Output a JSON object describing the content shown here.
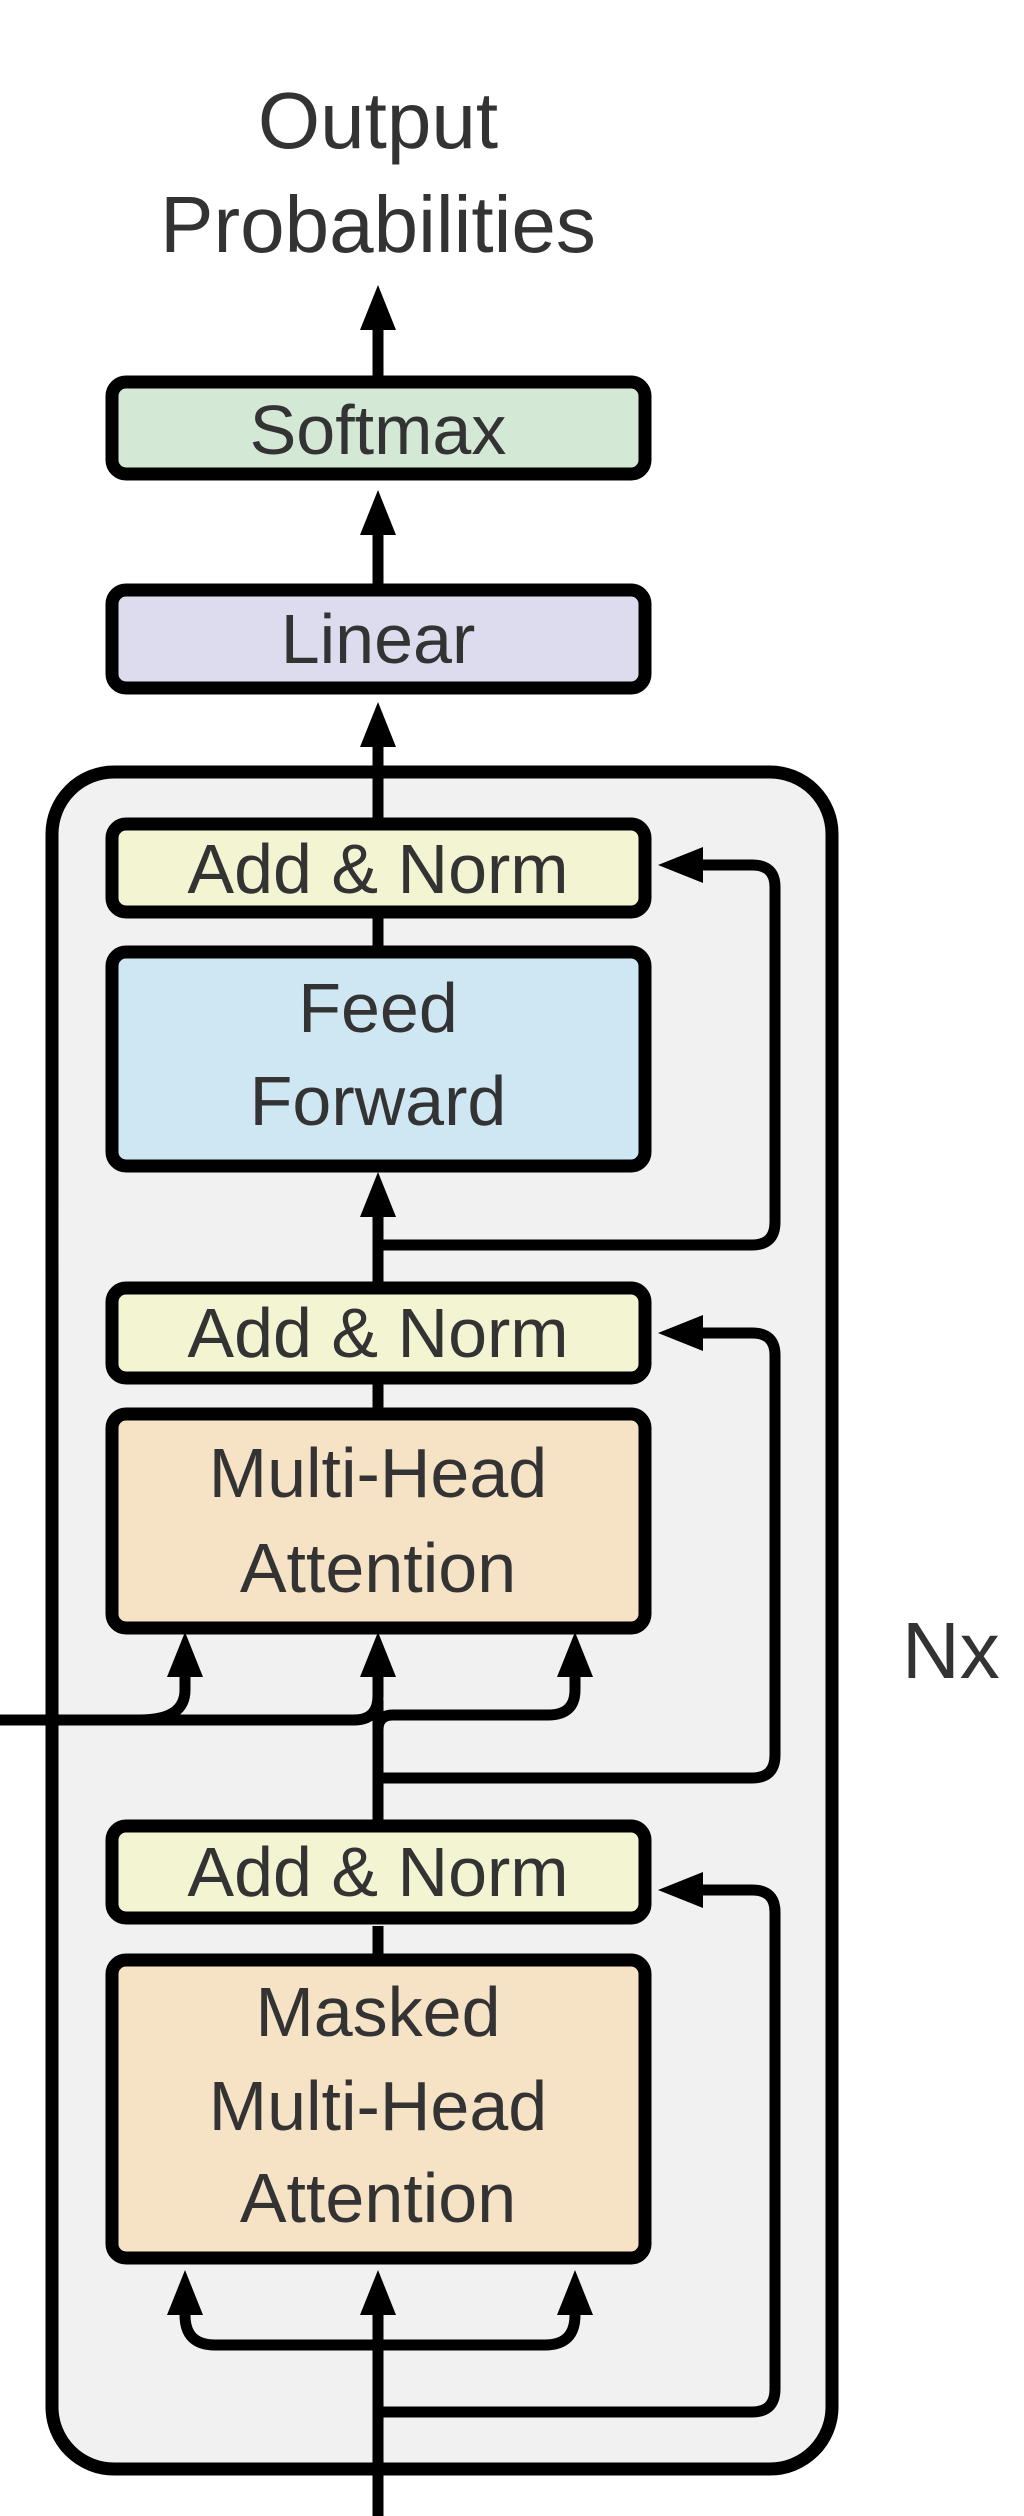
{
  "output": {
    "line1": "Output",
    "line2": "Probabilities"
  },
  "blocks": {
    "softmax": "Softmax",
    "linear": "Linear",
    "add_norm_3": "Add & Norm",
    "feed_forward_line1": "Feed",
    "feed_forward_line2": "Forward",
    "add_norm_2": "Add & Norm",
    "mha_line1": "Multi-Head",
    "mha_line2": "Attention",
    "add_norm_1": "Add & Norm",
    "masked_line1": "Masked",
    "masked_line2": "Multi-Head",
    "masked_line3": "Attention"
  },
  "repeat_label": "Nx",
  "colors": {
    "softmax": "#d3e8d5",
    "linear": "#dcdcee",
    "add_norm": "#f2f4d2",
    "feed_forward": "#cfe6f3",
    "attention": "#f6e2c5",
    "layer_panel": "#f1f1f1",
    "stroke": "#000000",
    "text": "#333333"
  }
}
